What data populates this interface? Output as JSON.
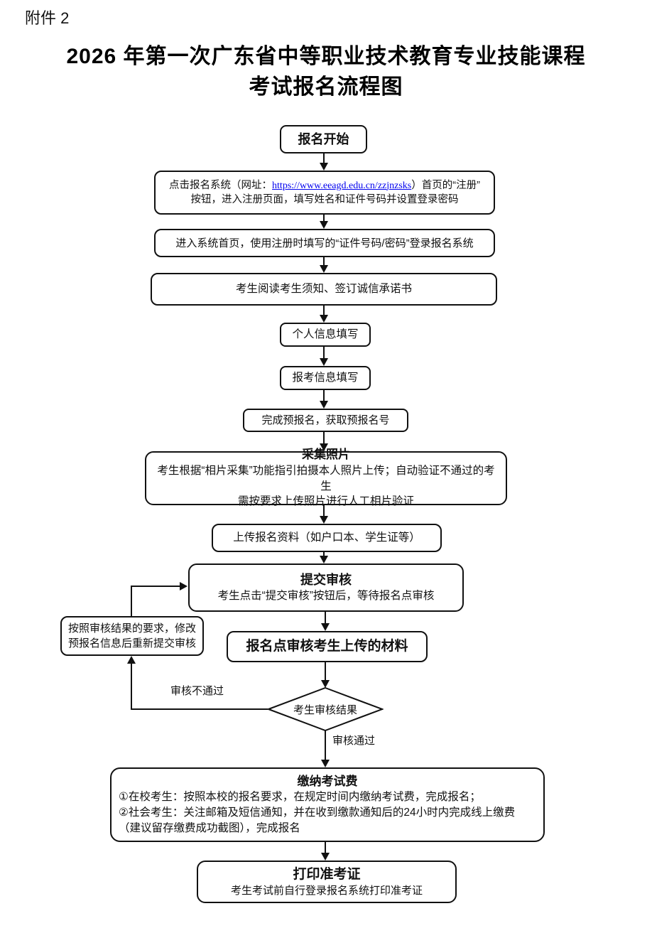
{
  "doc": {
    "attachment_label": "附件 2",
    "title_line1": "2026 年第一次广东省中等职业技术教育专业技能课程",
    "title_line2": "考试报名流程图"
  },
  "flow": {
    "start": "报名开始",
    "register": {
      "pre": "点击报名系统（网址：",
      "link": "https://www.eeagd.edu.cn/zzjnzsks",
      "post": "）首页的“注册”",
      "line2": "按钮，进入注册页面，填写姓名和证件号码并设置登录密码"
    },
    "login": "进入系统首页，使用注册时填写的“证件号码/密码”登录报名系统",
    "read_notice": "考生阅读考生须知、签订诚信承诺书",
    "personal_info": "个人信息填写",
    "exam_info": "报考信息填写",
    "pre_registration": "完成预报名，获取预报名号",
    "photo": {
      "title": "采集照片",
      "body_line1": "考生根据“相片采集”功能指引拍摄本人照片上传；自动验证不通过的考生",
      "body_line2": "需按要求上传照片进行人工相片验证"
    },
    "upload_materials": "上传报名资料（如户口本、学生证等）",
    "submit_review": {
      "title": "提交审核",
      "body": "考生点击“提交审核”按钮后，等待报名点审核"
    },
    "site_review": "报名点审核考生上传的材料",
    "review_result": "考生审核结果",
    "modify_resubmit": "按照审核结果的要求，修改预报名信息后重新提交审核",
    "label_fail": "审核不通过",
    "label_pass": "审核通过",
    "pay_fee": {
      "title": "缴纳考试费",
      "line1": "①在校考生：按照本校的报名要求，在规定时间内缴纳考试费，完成报名；",
      "line2": "②社会考生：关注邮箱及短信通知，并在收到缴款通知后的24小时内完成线上缴费",
      "line3": "（建议留存缴费成功截图），完成报名"
    },
    "print_ticket": {
      "title": "打印准考证",
      "body": "考生考试前自行登录报名系统打印准考证"
    }
  },
  "colors": {
    "ink": "#111111",
    "link_blue": "#0000EE",
    "background": "#ffffff"
  }
}
